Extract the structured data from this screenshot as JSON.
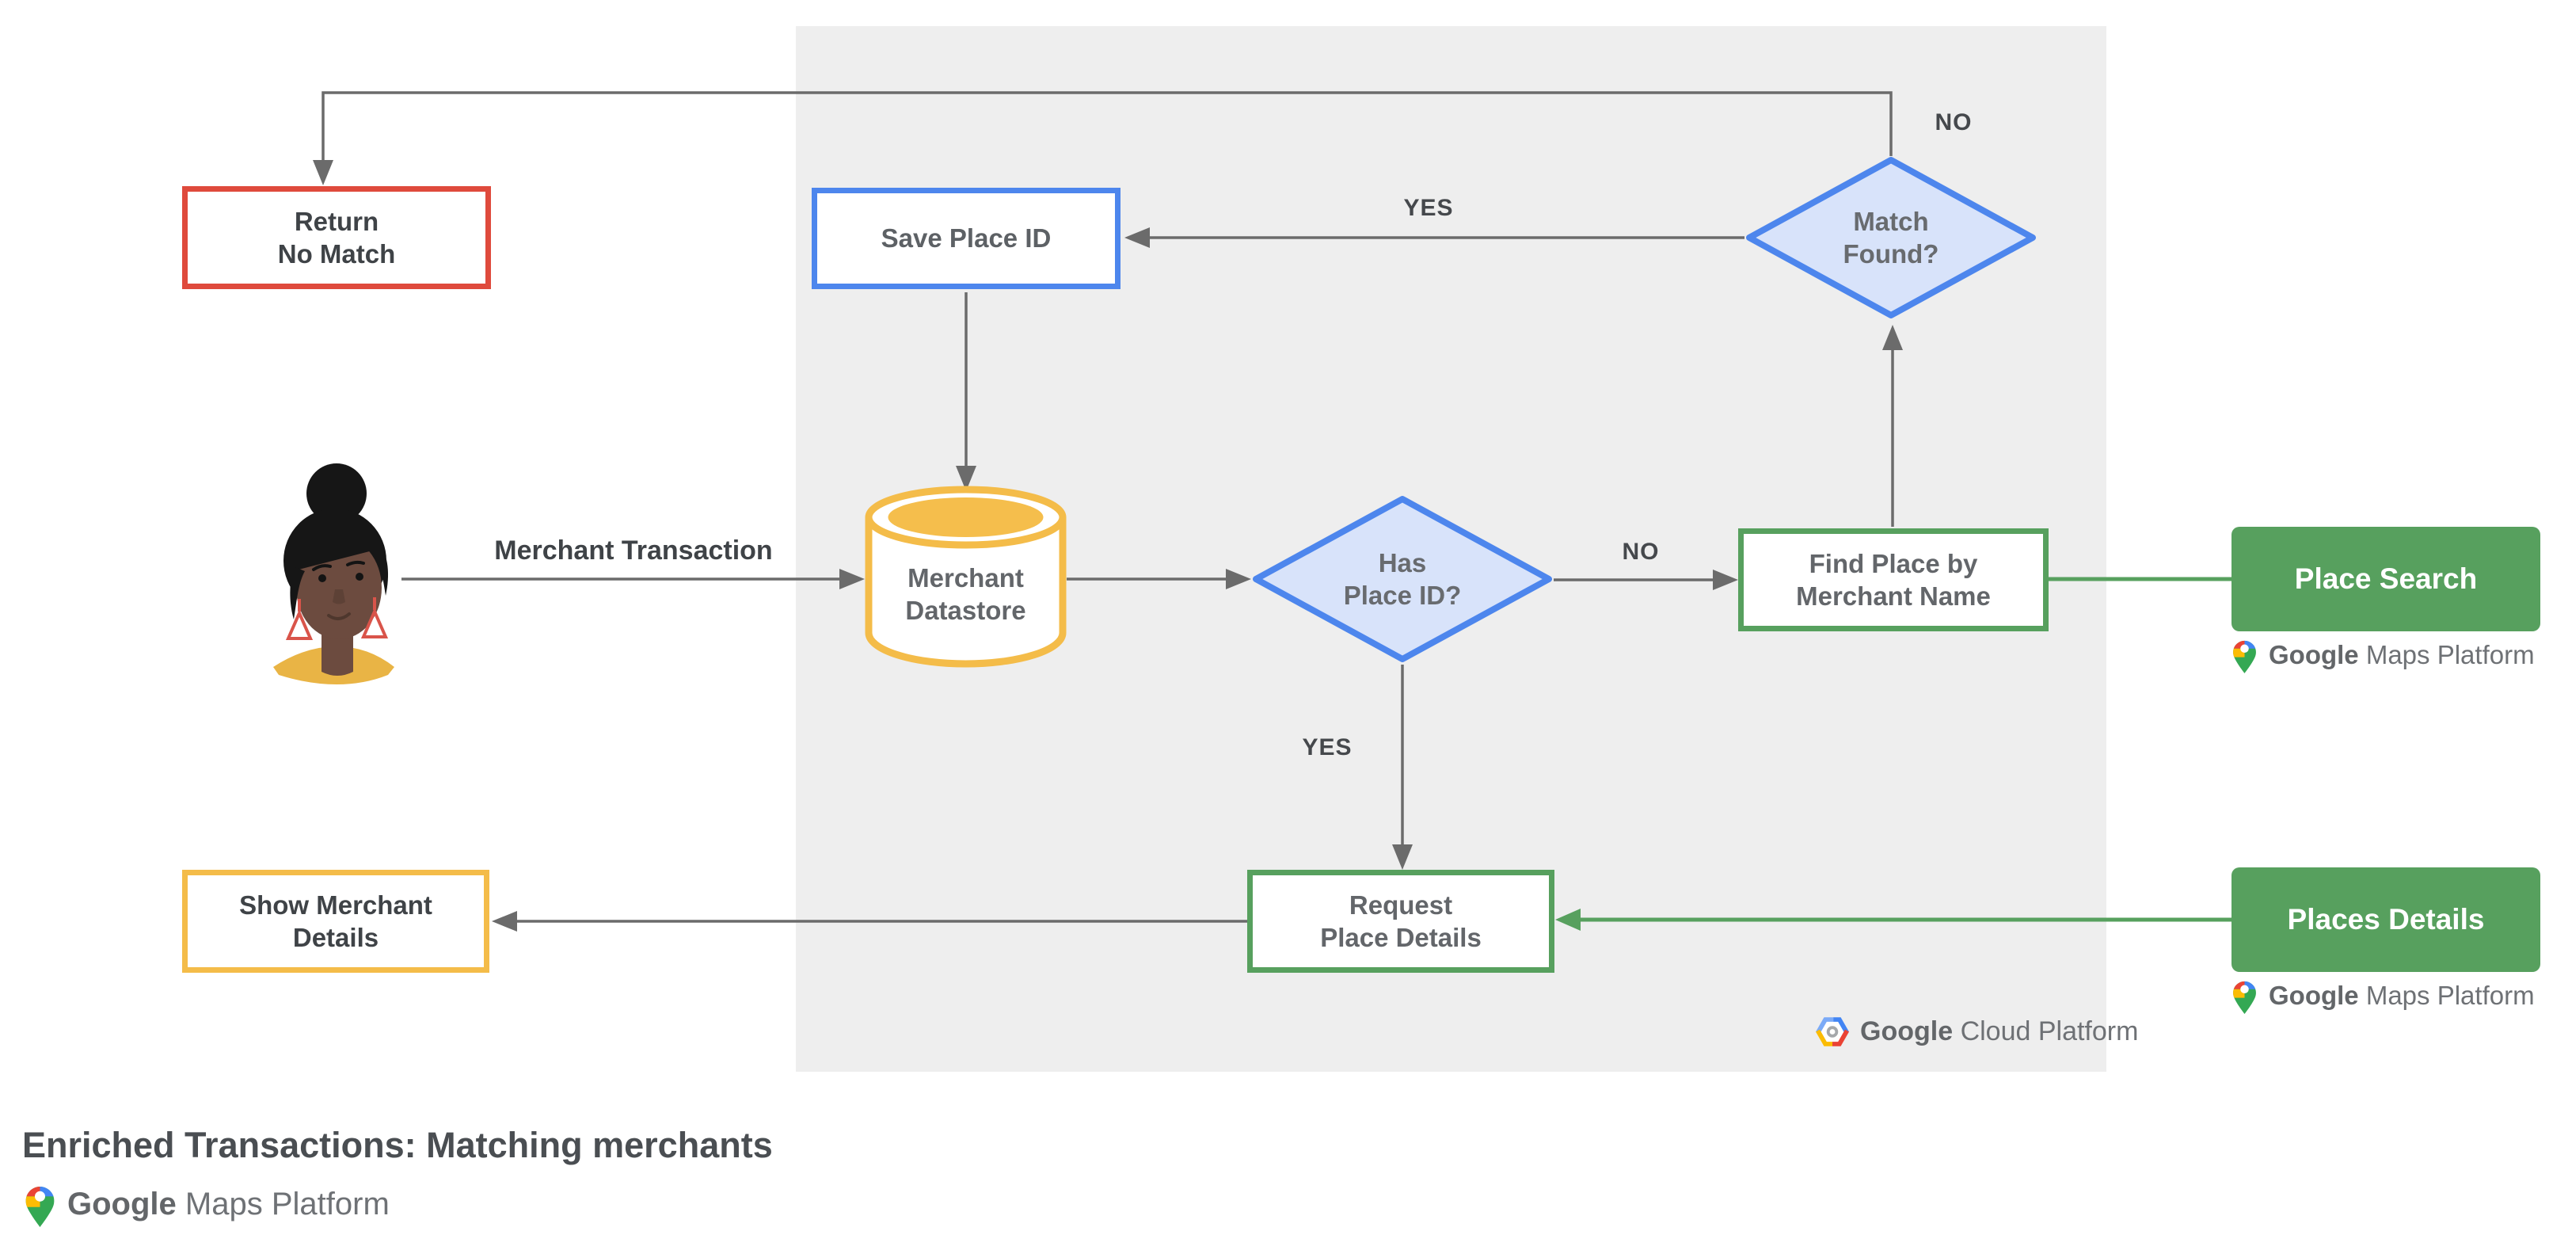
{
  "title": "Enriched Transactions: Matching merchants",
  "palette": {
    "panel_gray": "#EEEEEE",
    "line_gray": "#6B6B6B",
    "red": "#DF4A3C",
    "blue": "#4D86ED",
    "blue_fill": "#D8E3FA",
    "yellow": "#F4BC49",
    "green": "#57A05E",
    "text_gray": "#5D6165",
    "text_dark": "#3F4347"
  },
  "nodes": {
    "return_no_match": {
      "label": "Return\nNo Match"
    },
    "save_place_id": {
      "label": "Save Place ID"
    },
    "match_found": {
      "label": "Match\nFound?"
    },
    "merchant_datastore": {
      "label": "Merchant\nDatastore"
    },
    "has_place_id": {
      "label": "Has\nPlace ID?"
    },
    "find_place": {
      "label": "Find Place by\nMerchant Name"
    },
    "request_place_details": {
      "label": "Request\nPlace Details"
    },
    "show_merchant_details": {
      "label": "Show Merchant\nDetails"
    },
    "place_search": {
      "label": "Place Search"
    },
    "places_details": {
      "label": "Places Details"
    }
  },
  "edge_labels": {
    "match_no": "NO",
    "match_yes": "YES",
    "has_no": "NO",
    "has_yes": "YES",
    "merchant_transaction": "Merchant Transaction"
  },
  "logos": {
    "gmp": {
      "google": "Google",
      "rest": "Maps Platform"
    },
    "gcp": {
      "google": "Google",
      "rest": "Cloud Platform"
    }
  }
}
